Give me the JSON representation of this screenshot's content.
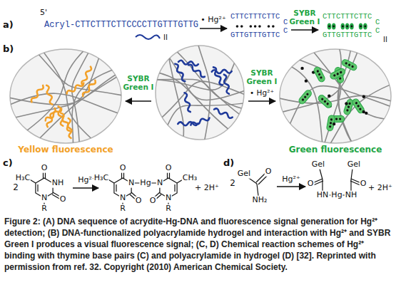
{
  "diagram": {
    "caption": "Figure 2: (A) DNA sequence of acrydite-Hg-DNA and fluorescence signal generation for Hg²⁺ detection; (B) DNA-functionalized polyacrylamide hydrogel and interaction with Hg²⁺ and SYBR Green I produces a visual fluorescence signal; (C, D) Chemical reaction schemes of Hg²⁺ binding with thymine base pairs (C) and polyacrylamide in hydrogel (D) [32]. Reprinted with permission from ref. 32. Copyright (2010) American Chemical Society.",
    "labels": [
      "a)",
      "5'",
      "Acryl-CTTCTTTCTTCCCCTTGTTTGTTG",
      "II",
      "• Hg²⁺",
      "CTTCTTTCTTC",
      "GTTGTTTGTTC",
      "C",
      "C",
      "SYBR Green I",
      "CTTCTTTCTTC",
      "GTTGTTTGTTC",
      "C",
      "C",
      "II",
      "b)",
      "SYBR Green I",
      "SYBR Green I",
      "• Hg²⁺",
      "Yellow fluorescence",
      "Green fluorescence",
      "c)",
      "2",
      "H₃C",
      "O",
      "NH",
      "O",
      "N",
      "R",
      "Hg²⁺",
      "H₃C",
      "O",
      "N",
      "Hg",
      "N",
      "O",
      "CH₃",
      "O",
      "N",
      "O",
      "N",
      "R",
      "R",
      "+ 2H⁺",
      "d)",
      "2",
      "Gel",
      "O",
      "NH₂",
      "Hg²⁺",
      "Gel",
      "Gel",
      "O",
      "O",
      "HN",
      "Hg",
      "NH",
      "+ 2H⁺"
    ]
  }
}
